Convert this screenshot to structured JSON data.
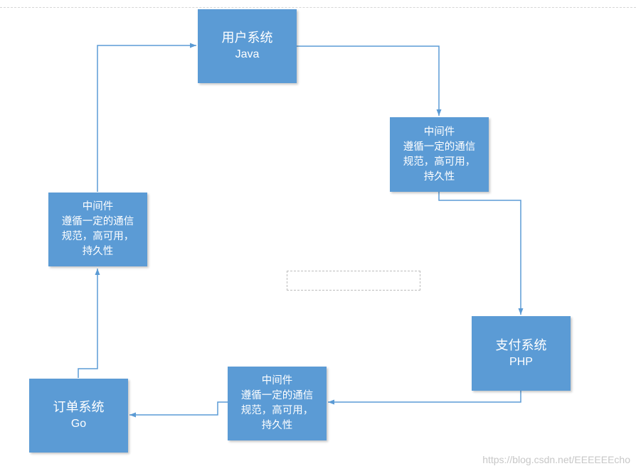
{
  "diagram": {
    "user_system": {
      "title": "用户系统",
      "sub": "Java"
    },
    "pay_system": {
      "title": "支付系统",
      "sub": "PHP"
    },
    "order_system": {
      "title": "订单系统",
      "sub": "Go"
    },
    "middleware_right": {
      "line1": "中间件",
      "line2": "遵循一定的通信",
      "line3": "规范，高可用，",
      "line4": "持久性"
    },
    "middleware_bottom": {
      "line1": "中间件",
      "line2": "遵循一定的通信",
      "line3": "规范，高可用，",
      "line4": "持久性"
    },
    "middleware_left": {
      "line1": "中间件",
      "line2": "遵循一定的通信",
      "line3": "规范，高可用，",
      "line4": "持久性"
    }
  },
  "colors": {
    "box_fill": "#5b9bd5",
    "box_text": "#ffffff",
    "connector": "#5b9bd5"
  },
  "watermark": "https://blog.csdn.net/EEEEEEcho"
}
